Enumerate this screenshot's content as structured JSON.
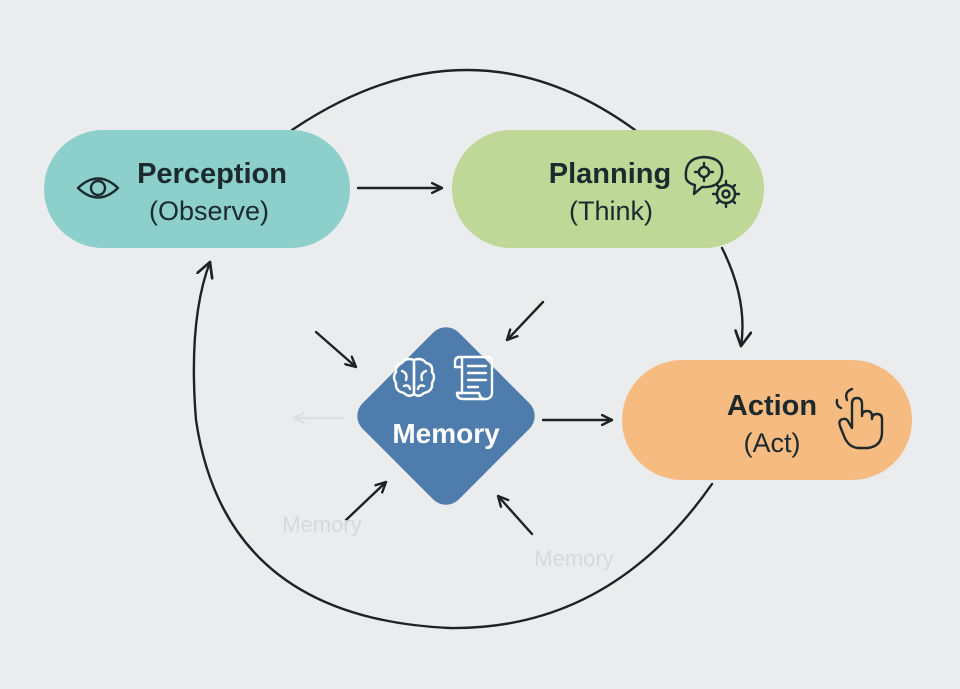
{
  "nodes": {
    "perception": {
      "title": "Perception",
      "subtitle": "(Observe)",
      "color": "#8ccfcb",
      "icon": "eye-icon"
    },
    "planning": {
      "title": "Planning",
      "subtitle": "(Think)",
      "color": "#bfd898",
      "icon": "speech-gears-icon"
    },
    "action": {
      "title": "Action",
      "subtitle": "(Act)",
      "color": "#f6bb80",
      "icon": "pointing-hand-icon"
    },
    "memory": {
      "title": "Memory",
      "color": "#4e7cad",
      "icons": [
        "brain-icon",
        "scroll-icon"
      ]
    }
  },
  "ghost_labels": [
    "Memory",
    "Memory"
  ],
  "colors": {
    "background": "#ebeced",
    "line": "#1d2224",
    "faint_line": "#dcdfe1"
  }
}
